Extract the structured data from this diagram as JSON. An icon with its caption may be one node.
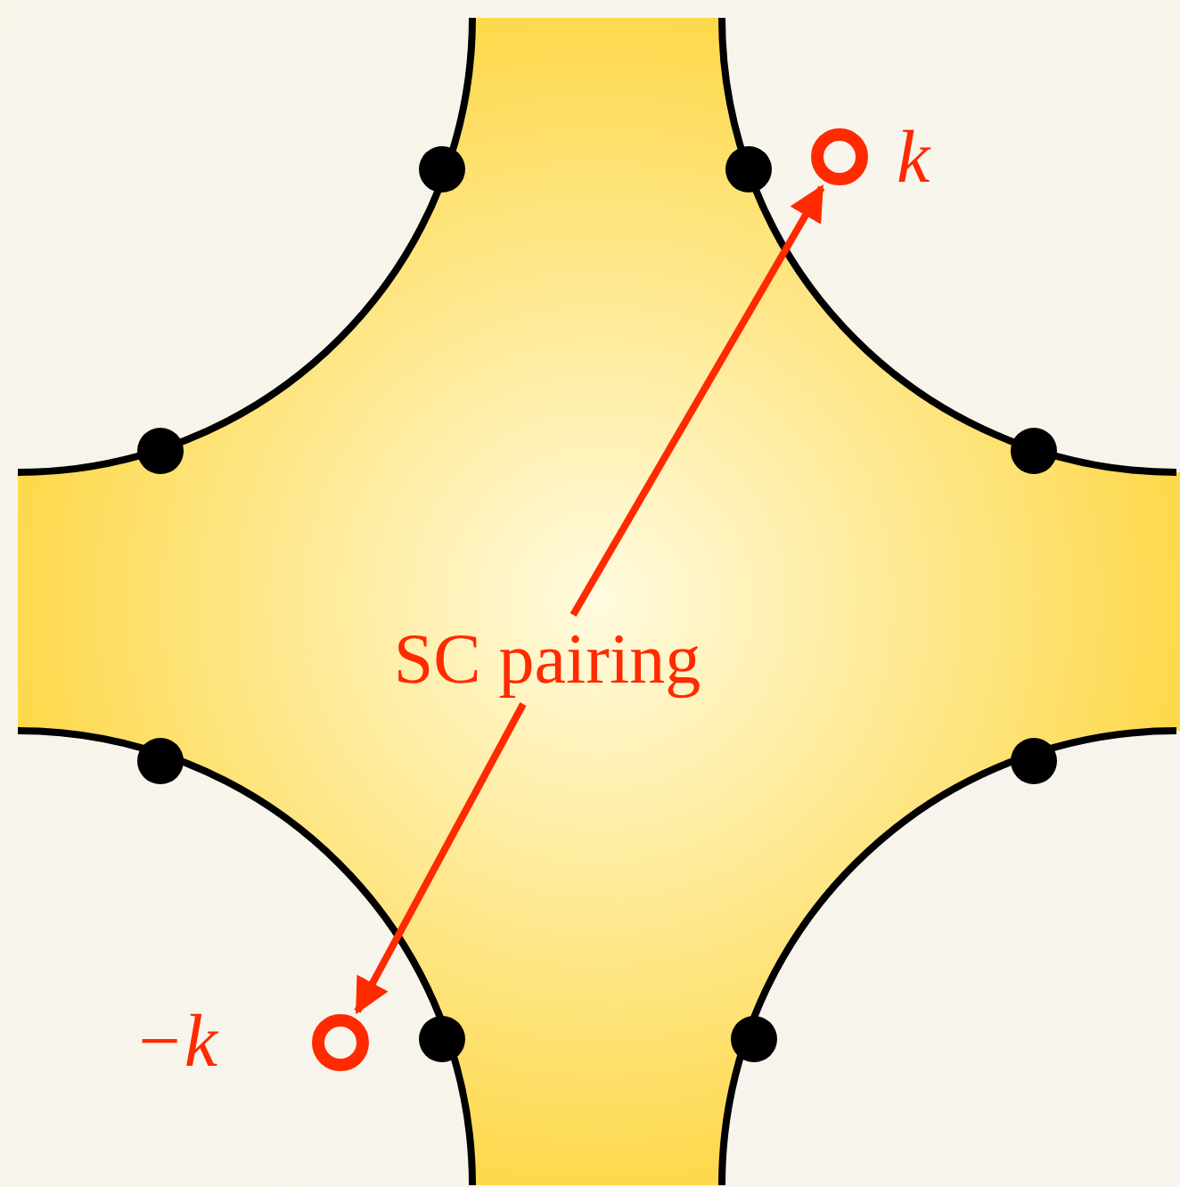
{
  "diagram": {
    "nodes": [
      {
        "text": [],
        "shape": "circle",
        "beside": [
          "k"
        ]
      },
      {
        "text": [
          "SC pairing"
        ]
      },
      {
        "text": [],
        "shape": "circle",
        "beside": [
          "−k"
        ]
      }
    ],
    "edges": [
      {
        "from": 1,
        "to": 0,
        "arrow": "to"
      },
      {
        "from": 1,
        "to": 2,
        "arrow": "to"
      }
    ]
  }
}
